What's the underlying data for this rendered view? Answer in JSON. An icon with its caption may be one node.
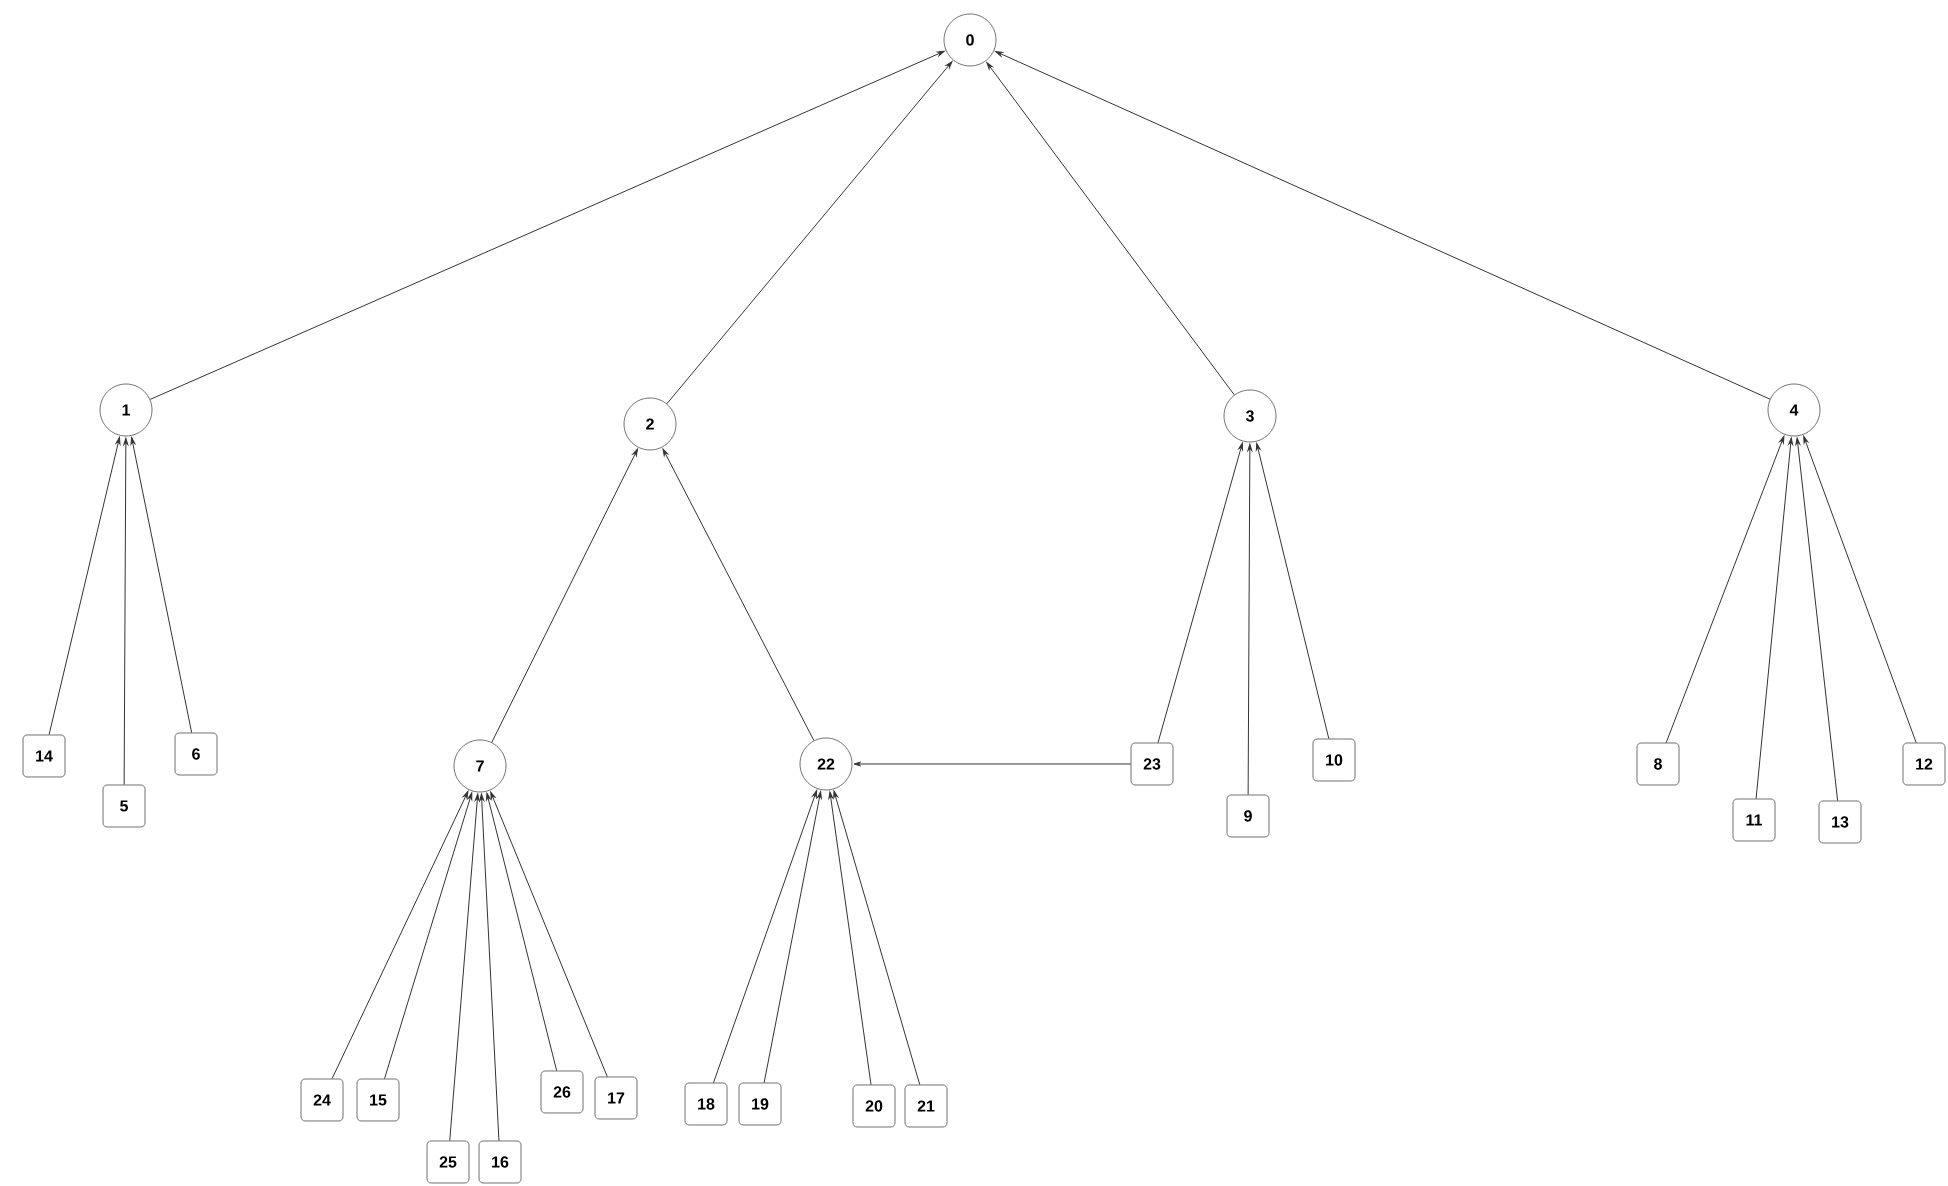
{
  "diagram": {
    "nodes": [
      {
        "text": [
          "0"
        ]
      },
      {
        "text": [
          "1"
        ]
      },
      {
        "text": [
          "2"
        ]
      },
      {
        "text": [
          "3"
        ]
      },
      {
        "text": [
          "4"
        ]
      },
      {
        "text": [
          "14"
        ]
      },
      {
        "text": [
          "6"
        ]
      },
      {
        "text": [
          "7"
        ]
      },
      {
        "text": [
          "22"
        ]
      },
      {
        "text": [
          "23"
        ]
      },
      {
        "text": [
          "10"
        ]
      },
      {
        "text": [
          "8"
        ]
      },
      {
        "text": [
          "12"
        ]
      },
      {
        "text": [
          "5"
        ]
      },
      {
        "text": [
          "9"
        ]
      },
      {
        "text": [
          "11"
        ]
      },
      {
        "text": [
          "13"
        ]
      },
      {
        "text": [
          "26"
        ]
      },
      {
        "text": [
          "17"
        ]
      },
      {
        "text": [
          "24"
        ]
      },
      {
        "text": [
          "15"
        ]
      },
      {
        "text": [
          "18"
        ]
      },
      {
        "text": [
          "19"
        ]
      },
      {
        "text": [
          "20"
        ]
      },
      {
        "text": [
          "21"
        ]
      },
      {
        "text": [
          "25"
        ]
      },
      {
        "text": [
          "16"
        ]
      }
    ],
    "edges": [
      {
        "from": 1,
        "to": 0,
        "arrow": "to"
      },
      {
        "from": 2,
        "to": 0,
        "arrow": "to"
      },
      {
        "from": 3,
        "to": 0,
        "arrow": "to"
      },
      {
        "from": 4,
        "to": 0,
        "arrow": "to"
      },
      {
        "from": 5,
        "to": 1,
        "arrow": "to"
      },
      {
        "from": 13,
        "to": 1,
        "arrow": "to"
      },
      {
        "from": 6,
        "to": 1,
        "arrow": "to"
      },
      {
        "from": 7,
        "to": 2,
        "arrow": "to"
      },
      {
        "from": 8,
        "to": 2,
        "arrow": "to"
      },
      {
        "from": 9,
        "to": 3,
        "arrow": "to"
      },
      {
        "from": 14,
        "to": 3,
        "arrow": "to"
      },
      {
        "from": 10,
        "to": 3,
        "arrow": "to"
      },
      {
        "from": 9,
        "to": 8,
        "arrow": "to"
      },
      {
        "from": 11,
        "to": 4,
        "arrow": "to"
      },
      {
        "from": 15,
        "to": 4,
        "arrow": "to"
      },
      {
        "from": 16,
        "to": 4,
        "arrow": "to"
      },
      {
        "from": 12,
        "to": 4,
        "arrow": "to"
      },
      {
        "from": 19,
        "to": 7,
        "arrow": "to"
      },
      {
        "from": 20,
        "to": 7,
        "arrow": "to"
      },
      {
        "from": 25,
        "to": 7,
        "arrow": "to"
      },
      {
        "from": 26,
        "to": 7,
        "arrow": "to"
      },
      {
        "from": 17,
        "to": 7,
        "arrow": "to"
      },
      {
        "from": 18,
        "to": 7,
        "arrow": "to"
      },
      {
        "from": 21,
        "to": 8,
        "arrow": "to"
      },
      {
        "from": 22,
        "to": 8,
        "arrow": "to"
      },
      {
        "from": 23,
        "to": 8,
        "arrow": "to"
      },
      {
        "from": 24,
        "to": 8,
        "arrow": "to"
      }
    ]
  }
}
